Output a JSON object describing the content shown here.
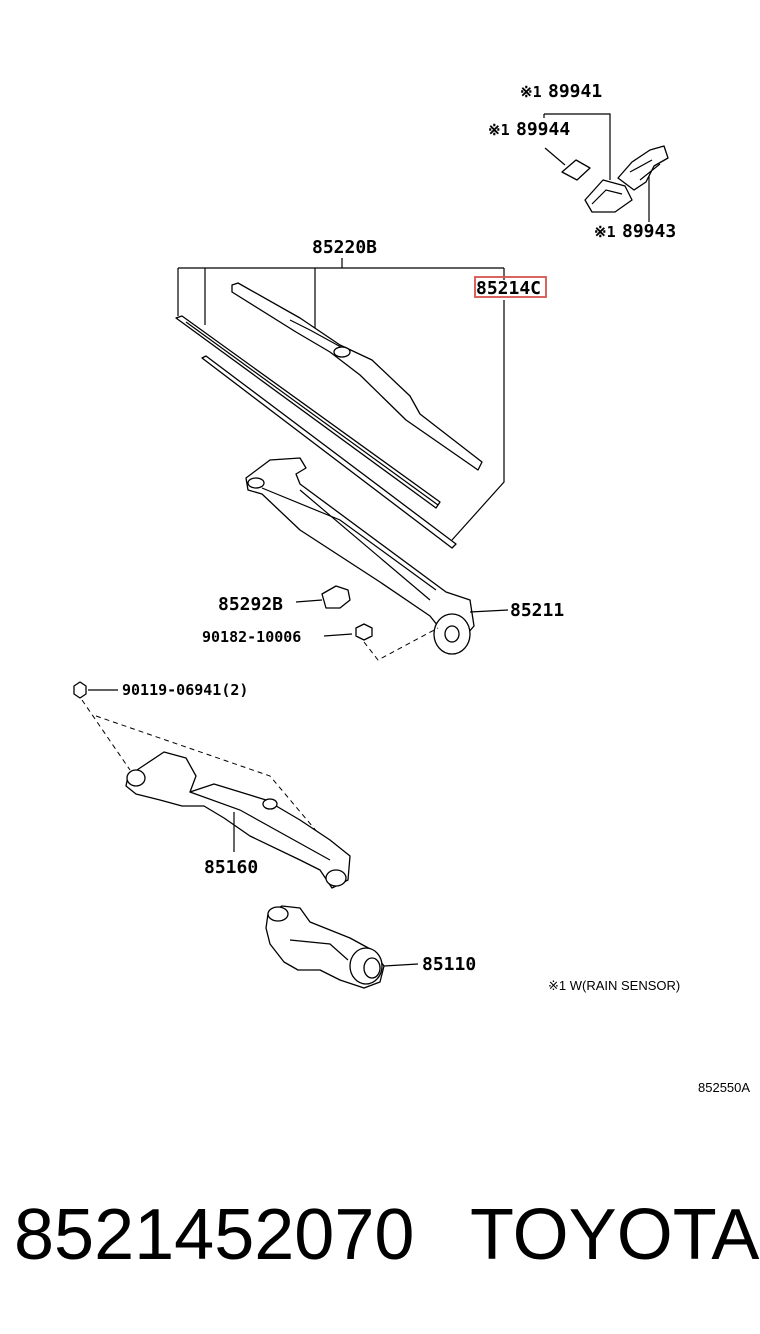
{
  "diagram": {
    "labels": {
      "p89941": "89941",
      "p89944": "89944",
      "p89943": "89943",
      "p85220B": "85220B",
      "p85214C": "85214C",
      "p85292B": "85292B",
      "p85211": "85211",
      "p90182": "90182-10006",
      "p90119": "90119-06941(2)",
      "p85160": "85160",
      "p85110": "85110"
    },
    "mark": "※1",
    "note": "※1 W(RAIN SENSOR)",
    "diagram_code": "852550A",
    "highlight_color": "#d9534f"
  },
  "footer": {
    "part_number": "8521452070",
    "brand": "TOYOTA"
  }
}
